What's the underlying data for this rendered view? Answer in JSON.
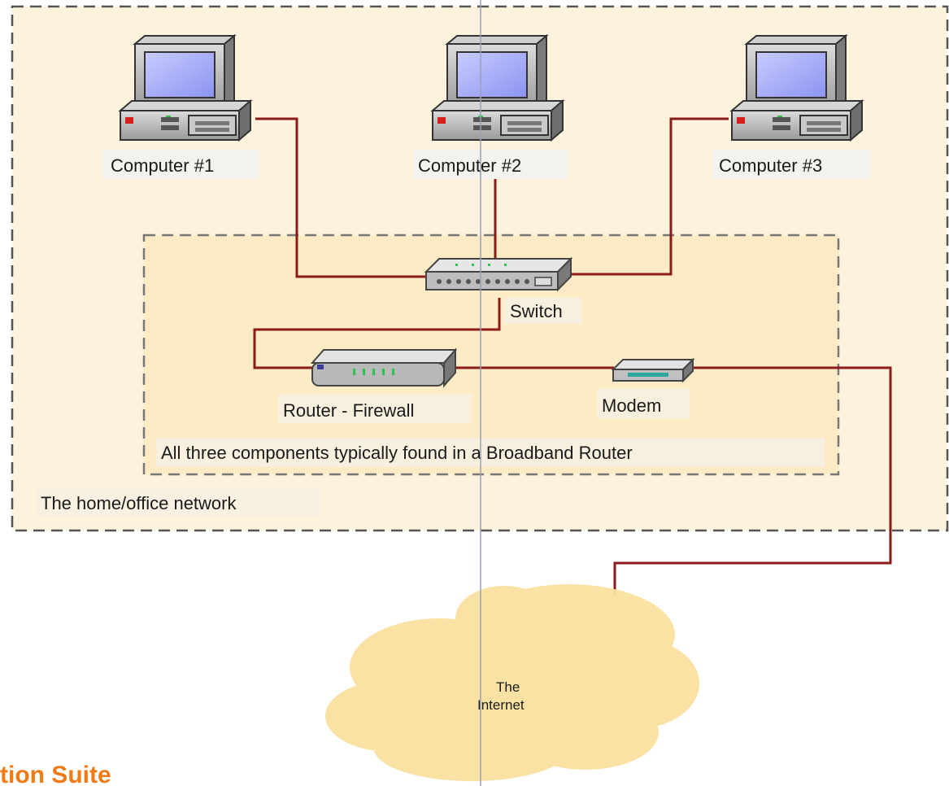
{
  "diagram": {
    "title_fragment": "tion Suite",
    "network_label": "The home/office network",
    "broadband_label": "All three components typically found in a Broadband Router",
    "nodes": {
      "computer1": "Computer #1",
      "computer2": "Computer #2",
      "computer3": "Computer #3",
      "switch": "Switch",
      "router": "Router - Firewall",
      "modem": "Modem",
      "internet_line1": "The",
      "internet_line2": "Internet"
    },
    "colors": {
      "network_fill": "#fdf3dc",
      "broadband_fill": "#fcebc4",
      "wire": "#8b1a1a",
      "cloud": "#f9e1a0",
      "title": "#f07a13"
    }
  }
}
